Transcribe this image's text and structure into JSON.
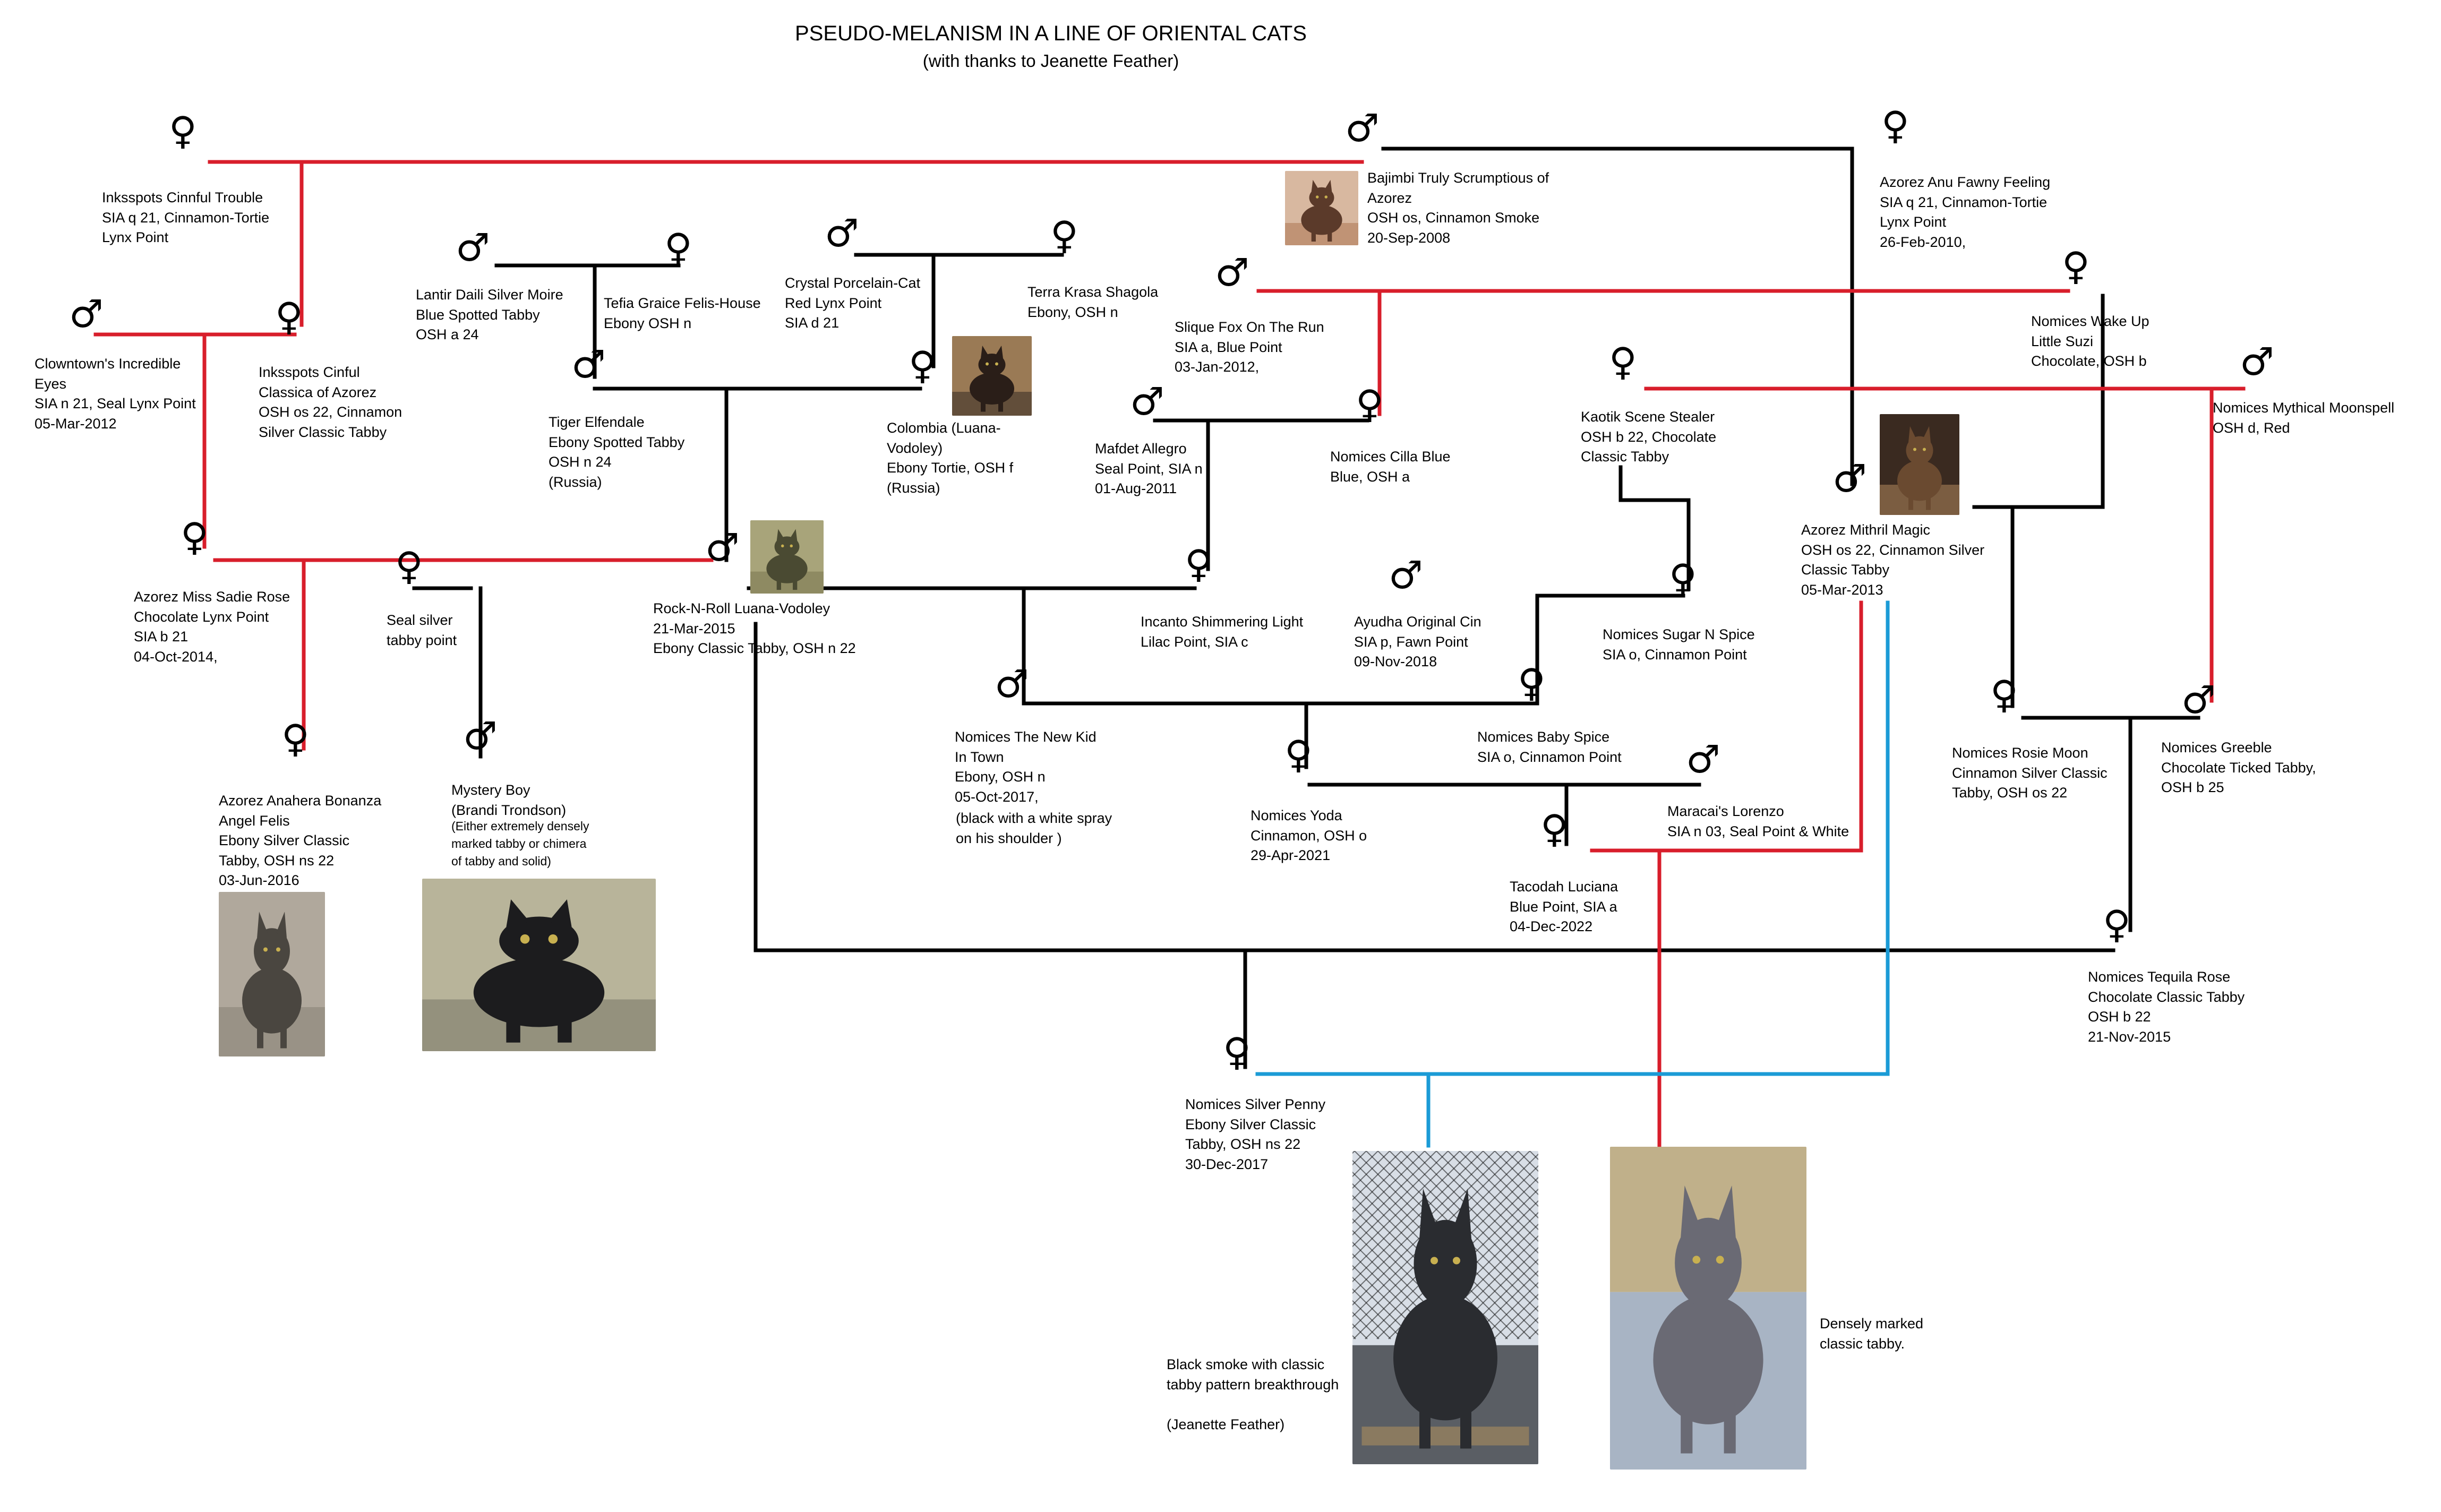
{
  "title": "PSEUDO-MELANISM IN A LINE OF ORIENTAL CATS",
  "subtitle": "(with thanks to Jeanette Feather)",
  "symbols": {
    "female": "♀",
    "male": "♂"
  },
  "colors": {
    "black_line": "#000000",
    "red_line": "#d81e2b",
    "blue_line": "#1b9bd6"
  },
  "cats": [
    {
      "id": "inksspots-cinnful-trouble",
      "sex": "female",
      "lines": [
        "Inksspots Cinnful Trouble",
        "SIA q 21, Cinnamon-Tortie",
        "Lynx Point"
      ]
    },
    {
      "id": "bajimbi",
      "sex": "male",
      "lines": [
        "Bajimbi Truly Scrumptious of",
        "Azorez",
        "OSH os, Cinnamon Smoke",
        "20-Sep-2008"
      ]
    },
    {
      "id": "azorez-anu",
      "sex": "female",
      "lines": [
        "Azorez Anu Fawny Feeling",
        "SIA q 21, Cinnamon-Tortie",
        "Lynx Point",
        "26-Feb-2010,"
      ]
    },
    {
      "id": "lantir",
      "sex": "male",
      "lines": [
        "Lantir Daili Silver Moire",
        "Blue Spotted Tabby",
        "OSH a 24"
      ]
    },
    {
      "id": "tefia",
      "sex": "female",
      "lines": [
        "Tefia Graice Felis-House",
        "Ebony   OSH n"
      ]
    },
    {
      "id": "crystal",
      "sex": "male",
      "lines": [
        "Crystal Porcelain-Cat",
        "Red Lynx Point",
        "SIA d 21"
      ]
    },
    {
      "id": "terra",
      "sex": "female",
      "lines": [
        "Terra Krasa Shagola",
        "Ebony, OSH n"
      ]
    },
    {
      "id": "slique",
      "sex": "male",
      "lines": [
        "Slique Fox On The Run",
        "SIA a, Blue Point",
        "03-Jan-2012,"
      ]
    },
    {
      "id": "wake-up",
      "sex": "female",
      "lines": [
        "Nomices Wake Up",
        "Little Suzi",
        "Chocolate, OSH b"
      ]
    },
    {
      "id": "clowntown",
      "sex": "male",
      "lines": [
        "Clowntown's Incredible",
        "Eyes",
        "SIA n 21, Seal Lynx Point",
        "05-Mar-2012"
      ]
    },
    {
      "id": "inksspots-cinful",
      "sex": "female",
      "lines": [
        "Inksspots Cinful",
        "   Classica of Azorez",
        "OSH os 22, Cinnamon",
        "Silver Classic Tabby"
      ]
    },
    {
      "id": "tiger",
      "sex": "male",
      "lines": [
        "Tiger Elfendale",
        "Ebony Spotted Tabby",
        "OSH n 24",
        "(Russia)"
      ]
    },
    {
      "id": "colombia",
      "sex": "female",
      "lines": [
        "Colombia (Luana-",
        "Vodoley)",
        "Ebony Tortie, OSH f",
        "(Russia)"
      ]
    },
    {
      "id": "mafdet",
      "sex": "male",
      "lines": [
        "Mafdet Allegro",
        "Seal Point, SIA n",
        "01-Aug-2011"
      ]
    },
    {
      "id": "cilla",
      "sex": "female",
      "lines": [
        "Nomices Cilla Blue",
        "Blue, OSH a"
      ]
    },
    {
      "id": "kaotik",
      "sex": "female",
      "lines": [
        "Kaotik Scene Stealer",
        "OSH b 22, Chocolate",
        "Classic Tabby"
      ]
    },
    {
      "id": "moonspell",
      "sex": "male",
      "lines": [
        "Nomices Mythical Moonspell",
        "OSH d, Red"
      ]
    },
    {
      "id": "mithril",
      "sex": "male",
      "lines": [
        "Azorez Mithril Magic",
        "OSH os 22, Cinnamon Silver",
        "Classic Tabby",
        "  05-Mar-2013"
      ]
    },
    {
      "id": "sadie",
      "sex": "female",
      "lines": [
        "Azorez Miss Sadie Rose",
        "Chocolate Lynx Point",
        "SIA b 21",
        "04-Oct-2014,"
      ]
    },
    {
      "id": "seal-silver",
      "sex": "female",
      "lines": [
        "Seal silver",
        "  tabby point"
      ]
    },
    {
      "id": "rock-n-roll",
      "sex": "male",
      "lines": [
        "Rock-N-Roll Luana-Vodoley",
        "21-Mar-2015",
        "Ebony Classic Tabby, OSH n 22"
      ]
    },
    {
      "id": "incanto",
      "sex": "female",
      "lines": [
        "Incanto Shimmering Light",
        "Lilac Point, SIA c"
      ]
    },
    {
      "id": "ayudha",
      "sex": "male",
      "lines": [
        "Ayudha Original Cin",
        "SIA p, Fawn Point",
        "09-Nov-2018"
      ]
    },
    {
      "id": "sugar",
      "sex": "female",
      "lines": [
        "Nomices Sugar N Spice",
        "SIA o, Cinnamon Point"
      ]
    },
    {
      "id": "anahera",
      "sex": "female",
      "lines": [
        "Azorez Anahera Bonanza",
        "Angel Felis",
        "Ebony Silver Classic",
        "Tabby, OSH ns 22",
        "03-Jun-2016"
      ]
    },
    {
      "id": "mystery",
      "sex": "male",
      "lines": [
        "Mystery Boy",
        "(Brandi Trondson)"
      ],
      "note": [
        "(Either extremely densely",
        "marked tabby or chimera",
        "of tabby and solid)"
      ]
    },
    {
      "id": "new-kid",
      "sex": "male",
      "lines": [
        "Nomices The New Kid",
        "In Town",
        "Ebony, OSH n",
        "05-Oct-2017,"
      ],
      "note": [
        " (black with a white spray",
        "  on his shoulder )"
      ]
    },
    {
      "id": "baby-spice",
      "sex": "female",
      "lines": [
        "Nomices Baby Spice",
        "SIA o, Cinnamon Point"
      ]
    },
    {
      "id": "yoda",
      "sex": "female",
      "lines": [
        "Nomices Yoda",
        "Cinnamon, OSH o",
        "29-Apr-2021"
      ]
    },
    {
      "id": "lorenzo",
      "sex": "male",
      "lines": [
        "Maracai's Lorenzo",
        "SIA n 03, Seal Point & White"
      ]
    },
    {
      "id": "tacodah",
      "sex": "female",
      "lines": [
        "Tacodah Luciana",
        "Blue Point, SIA a",
        "04-Dec-2022"
      ]
    },
    {
      "id": "rosie",
      "sex": "female",
      "lines": [
        "Nomices Rosie Moon",
        "Cinnamon Silver Classic",
        "Tabby, OSH os 22"
      ]
    },
    {
      "id": "greeble",
      "sex": "male",
      "lines": [
        "Nomices Greeble",
        "Chocolate Ticked Tabby,",
        "OSH b 25"
      ]
    },
    {
      "id": "tequila",
      "sex": "female",
      "lines": [
        "Nomices Tequila Rose",
        "Chocolate Classic Tabby",
        "OSH b 22",
        "21-Nov-2015"
      ]
    },
    {
      "id": "silver-penny",
      "sex": "female",
      "lines": [
        "Nomices Silver Penny",
        "Ebony Silver Classic",
        "Tabby, OSH ns 22",
        "30-Dec-2017"
      ]
    }
  ],
  "captions": {
    "black_smoke": [
      "Black smoke with classic",
      "tabby pattern breakthrough",
      "",
      "(Jeanette Feather)"
    ],
    "dense_tabby": [
      "Densely marked",
      "classic tabby."
    ]
  },
  "photos": [
    {
      "id": "bajimbi",
      "palette": [
        "#5b3a2a",
        "#b07a58",
        "#d8b8a0"
      ]
    },
    {
      "id": "colombia",
      "palette": [
        "#2a1e18",
        "#3e3028",
        "#9a7a55"
      ]
    },
    {
      "id": "rock-n-roll",
      "palette": [
        "#4a4a32",
        "#7d7a52",
        "#a8a47a"
      ]
    },
    {
      "id": "mithril",
      "palette": [
        "#6a4a30",
        "#a68058",
        "#3a2a20"
      ]
    },
    {
      "id": "anahera",
      "palette": [
        "#4a4640",
        "#8a8478",
        "#b0a89c"
      ]
    },
    {
      "id": "mystery",
      "palette": [
        "#1c1c1e",
        "#7c7a6a",
        "#b8b49a"
      ]
    },
    {
      "id": "black-smoke",
      "palette": [
        "#2a2c30",
        "#5a5e64",
        "#8a7a60"
      ]
    },
    {
      "id": "dense-tabby",
      "palette": [
        "#6a6a74",
        "#9aa0aa",
        "#c0b08a"
      ]
    }
  ]
}
